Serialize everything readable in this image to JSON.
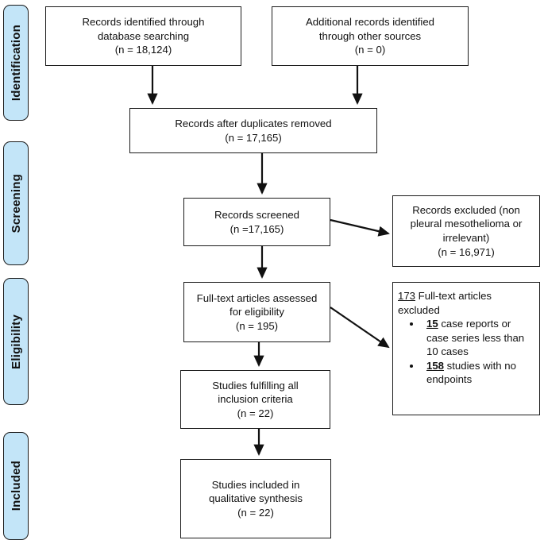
{
  "diagram": {
    "type": "prisma-flow-diagram",
    "stages": [
      {
        "id": "identification",
        "label": "Identification"
      },
      {
        "id": "screening",
        "label": "Screening"
      },
      {
        "id": "eligibility",
        "label": "Eligibility"
      },
      {
        "id": "included",
        "label": "Included"
      }
    ],
    "boxes": {
      "records_identified": {
        "text": "Records identified through\ndatabase searching\n(n = 18,124)",
        "n": 18124
      },
      "additional_records": {
        "text": "Additional records identified\nthrough other sources\n(n = 0)",
        "n": 0
      },
      "after_duplicates": {
        "text": "Records after duplicates removed\n(n = 17,165)",
        "n": 17165
      },
      "records_screened": {
        "text": "Records screened\n(n =17,165)",
        "n": 17165
      },
      "records_excluded": {
        "text": "Records excluded (non\npleural mesothelioma or\nirrelevant)\n(n = 16,971)",
        "n": 16971
      },
      "fulltext_assessed": {
        "text": "Full-text articles assessed\nfor eligibility\n(n = 195)",
        "n": 195
      },
      "fulltext_excluded": {
        "head_num": "173",
        "head_rest": " Full-text articles excluded",
        "bullets": [
          {
            "num": "15",
            "rest": " case reports or case series less than 10 cases"
          },
          {
            "num": "158",
            "rest": " studies with no endpoints"
          }
        ]
      },
      "studies_fulfilling": {
        "text": "Studies fulfilling all\ninclusion criteria\n(n = 22)",
        "n": 22
      },
      "studies_included": {
        "text": "Studies included in\nqualitative synthesis\n(n = 22)",
        "n": 22
      }
    },
    "colors": {
      "stage_fill": "#c3e5f8",
      "stroke": "#1b1b1b",
      "box_fill": "#ffffff",
      "text": "#111111"
    }
  }
}
